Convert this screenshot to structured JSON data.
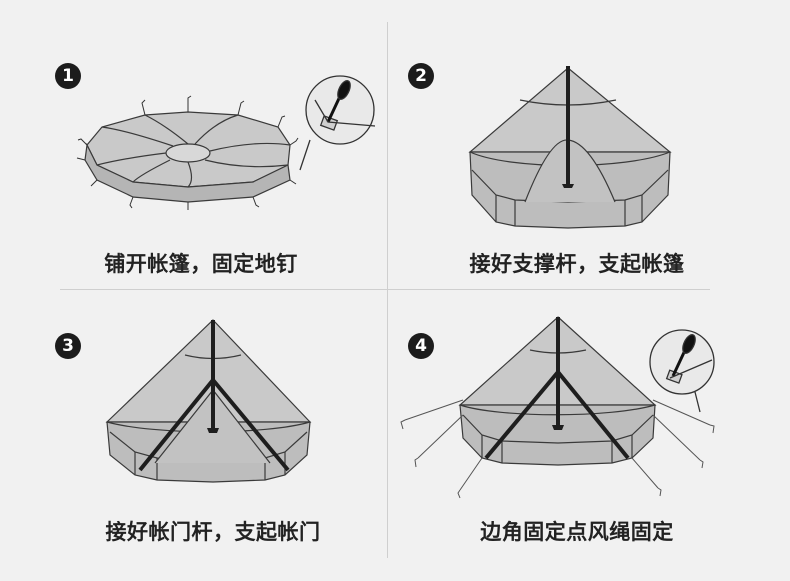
{
  "steps": [
    {
      "number": "1",
      "label": "铺开帐篷，固定地钉"
    },
    {
      "number": "2",
      "label": "接好支撑杆，支起帐篷"
    },
    {
      "number": "3",
      "label": "接好帐门杆，支起帐门"
    },
    {
      "number": "4",
      "label": "边角固定点风绳固定"
    }
  ],
  "colors": {
    "background": "#f1f1f1",
    "tent_fill": "#c9c9c9",
    "tent_wall": "#bdbdbd",
    "outline": "#3a3a3a",
    "pole": "#1e1e1e",
    "badge": "#1c1c1c"
  },
  "icons": [
    "tent-stake-icon",
    "tent-pole-icon",
    "guy-rope-icon"
  ]
}
